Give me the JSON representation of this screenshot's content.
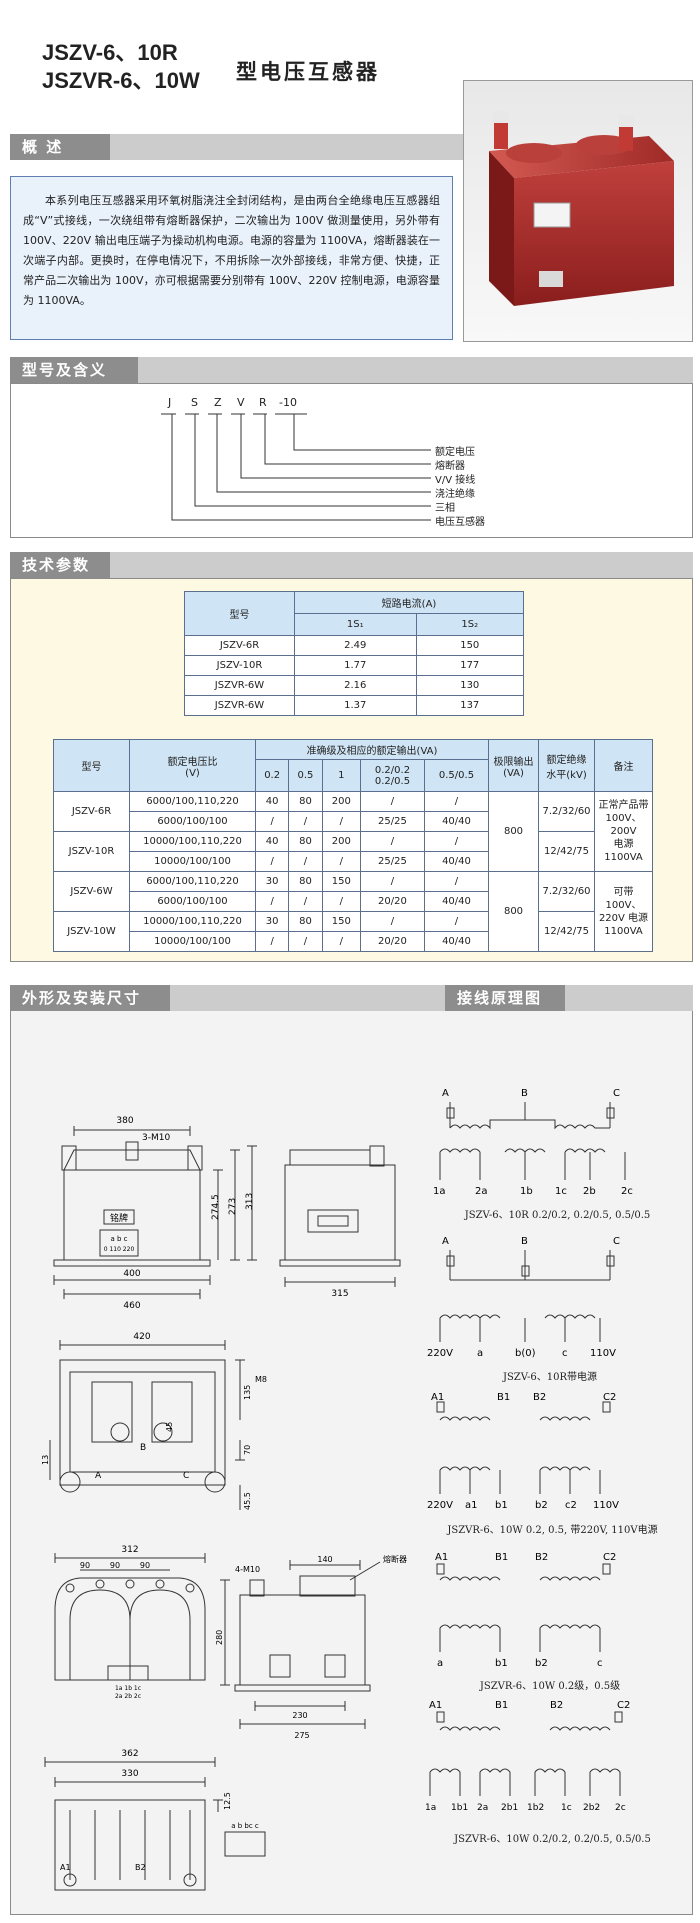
{
  "header": {
    "model_line1": "JSZV-6、10R",
    "model_line2": "JSZVR-6、10W",
    "title": "型电压互感器"
  },
  "overview": {
    "tab": "概  述",
    "text": "本系列电压互感器采用环氧树脂浇注全封闭结构，是由两台全绝缘电压互感器组成“V”式接线，一次绕组带有熔断器保护，二次输出为 100V 做测量使用，另外带有 100V、220V 输出电压端子为操动机构电源。电源的容量为 1100VA，熔断器装在一次端子内部。更换时，在停电情况下，不用拆除一次外部接线，非常方便、快捷，正常产品二次输出为 100V，亦可根据需要分别带有 100V、220V 控制电源，电源容量为 1100VA。"
  },
  "model_meaning": {
    "tab": "型号及含义",
    "code": [
      "J",
      "S",
      "Z",
      "V",
      "R",
      "-10"
    ],
    "legend": [
      "额定电压",
      "熔断器",
      "V/V 接线",
      "浇注绝缘",
      "三相",
      "电压互感器"
    ]
  },
  "tech": {
    "tab": "技术参数",
    "t1": {
      "h_model": "型号",
      "h_sc": "短路电流(A)",
      "h_1s1": "1S₁",
      "h_1s2": "1S₂",
      "rows": [
        [
          "JSZV-6R",
          "2.49",
          "150"
        ],
        [
          "JSZV-10R",
          "1.77",
          "177"
        ],
        [
          "JSZVR-6W",
          "2.16",
          "130"
        ],
        [
          "JSZVR-6W",
          "1.37",
          "137"
        ]
      ]
    },
    "t2": {
      "h_model": "型号",
      "h_ratio": "额定电压比",
      "h_ratio_unit": "(V)",
      "h_acc": "准确级及相应的额定输出(VA)",
      "h_c1": "0.2",
      "h_c2": "0.5",
      "h_c3": "1",
      "h_c4a": "0.2/0.2",
      "h_c4b": "0.2/0.5",
      "h_c5": "0.5/0.5",
      "h_limit": "极限输出",
      "h_limit_unit": "(VA)",
      "h_ins": "额定绝缘",
      "h_ins_unit": "水平(kV)",
      "h_note": "备注",
      "g1_m1": "JSZV-6R",
      "g1_m2": "JSZV-10R",
      "g1_r": [
        [
          "6000/100,110,220",
          "40",
          "80",
          "200",
          "/",
          "/"
        ],
        [
          "6000/100/100",
          "/",
          "/",
          "/",
          "25/25",
          "40/40"
        ],
        [
          "10000/100,110,220",
          "40",
          "80",
          "200",
          "/",
          "/"
        ],
        [
          "10000/100/100",
          "/",
          "/",
          "/",
          "25/25",
          "40/40"
        ]
      ],
      "g1_limit": "800",
      "g1_ins1": "7.2/32/60",
      "g1_ins2": "12/42/75",
      "g1_note1": "正常产品带",
      "g1_note2": "100V、200V",
      "g1_note3": "电源",
      "g1_note4": "1100VA",
      "g2_m1": "JSZV-6W",
      "g2_m2": "JSZV-10W",
      "g2_r": [
        [
          "6000/100,110,220",
          "30",
          "80",
          "150",
          "/",
          "/"
        ],
        [
          "6000/100/100",
          "/",
          "/",
          "/",
          "20/20",
          "40/40"
        ],
        [
          "10000/100,110,220",
          "30",
          "80",
          "150",
          "/",
          "/"
        ],
        [
          "10000/100/100",
          "/",
          "/",
          "/",
          "20/20",
          "40/40"
        ]
      ],
      "g2_limit": "800",
      "g2_ins1": "7.2/32/60",
      "g2_ins2": "12/42/75",
      "g2_note1": "可带 100V、",
      "g2_note2": "220V 电源",
      "g2_note3": "1100VA"
    }
  },
  "drawings": {
    "tab_dims": "外形及安装尺寸",
    "tab_wiring": "接线原理图",
    "d": {
      "d380": "380",
      "d3m10": "3-M10",
      "d274": "274.5",
      "d273": "273",
      "d313": "313",
      "d400": "400",
      "d460": "460",
      "d315": "315",
      "nameplate": "铭牌",
      "abc": "a b c",
      "abc2": "0 110 220",
      "d420": "420",
      "d135": "135",
      "dm8": "M8",
      "d45": "45",
      "d13": "13",
      "d70": "70",
      "d455": "45.5",
      "dA": "A",
      "dB": "B",
      "dC": "C",
      "d312": "312",
      "d90a": "90",
      "d90b": "90",
      "d90c": "90",
      "d4m10": "4-M10",
      "d140": "140",
      "fuse": "熔断器",
      "d280": "280",
      "d230": "230",
      "d275": "275",
      "d362": "362",
      "d330": "330",
      "d125": "12.5",
      "dA1": "A1",
      "dB2": "B2",
      "term_row1": "1a 1b 1c",
      "term_row2": "2a 2b 2c",
      "term_small": "a b bc c"
    },
    "w1": {
      "A": "A",
      "B": "B",
      "C": "C",
      "l": [
        "1a",
        "2a",
        "1b",
        "1c",
        "2b",
        "2c"
      ],
      "cap": "JSZV-6、10R 0.2/0.2, 0.2/0.5, 0.5/0.5"
    },
    "w2": {
      "A": "A",
      "B": "B",
      "C": "C",
      "l": [
        "220V",
        "a",
        "b(0)",
        "c",
        "110V"
      ],
      "cap": "JSZV-6、10R带电源"
    },
    "w3": {
      "A1": "A1",
      "B1": "B1",
      "B2": "B2",
      "C2": "C2",
      "l": [
        "220V",
        "a1",
        "b1",
        "b2",
        "c2",
        "110V"
      ],
      "cap": "JSZVR-6、10W 0.2, 0.5, 带220V, 110V电源"
    },
    "w4": {
      "A1": "A1",
      "B1": "B1",
      "B2": "B2",
      "C2": "C2",
      "l": [
        "a",
        "b1",
        "b2",
        "c"
      ],
      "cap": "JSZVR-6、10W 0.2级，0.5级"
    },
    "w5": {
      "A1": "A1",
      "B1": "B1",
      "B2": "B2",
      "C2": "C2",
      "l": [
        "1a",
        "1b1",
        "2a",
        "2b1",
        "1b2",
        "1c",
        "2b2",
        "2c"
      ],
      "cap": "JSZVR-6、10W 0.2/0.2, 0.2/0.5, 0.5/0.5"
    }
  }
}
